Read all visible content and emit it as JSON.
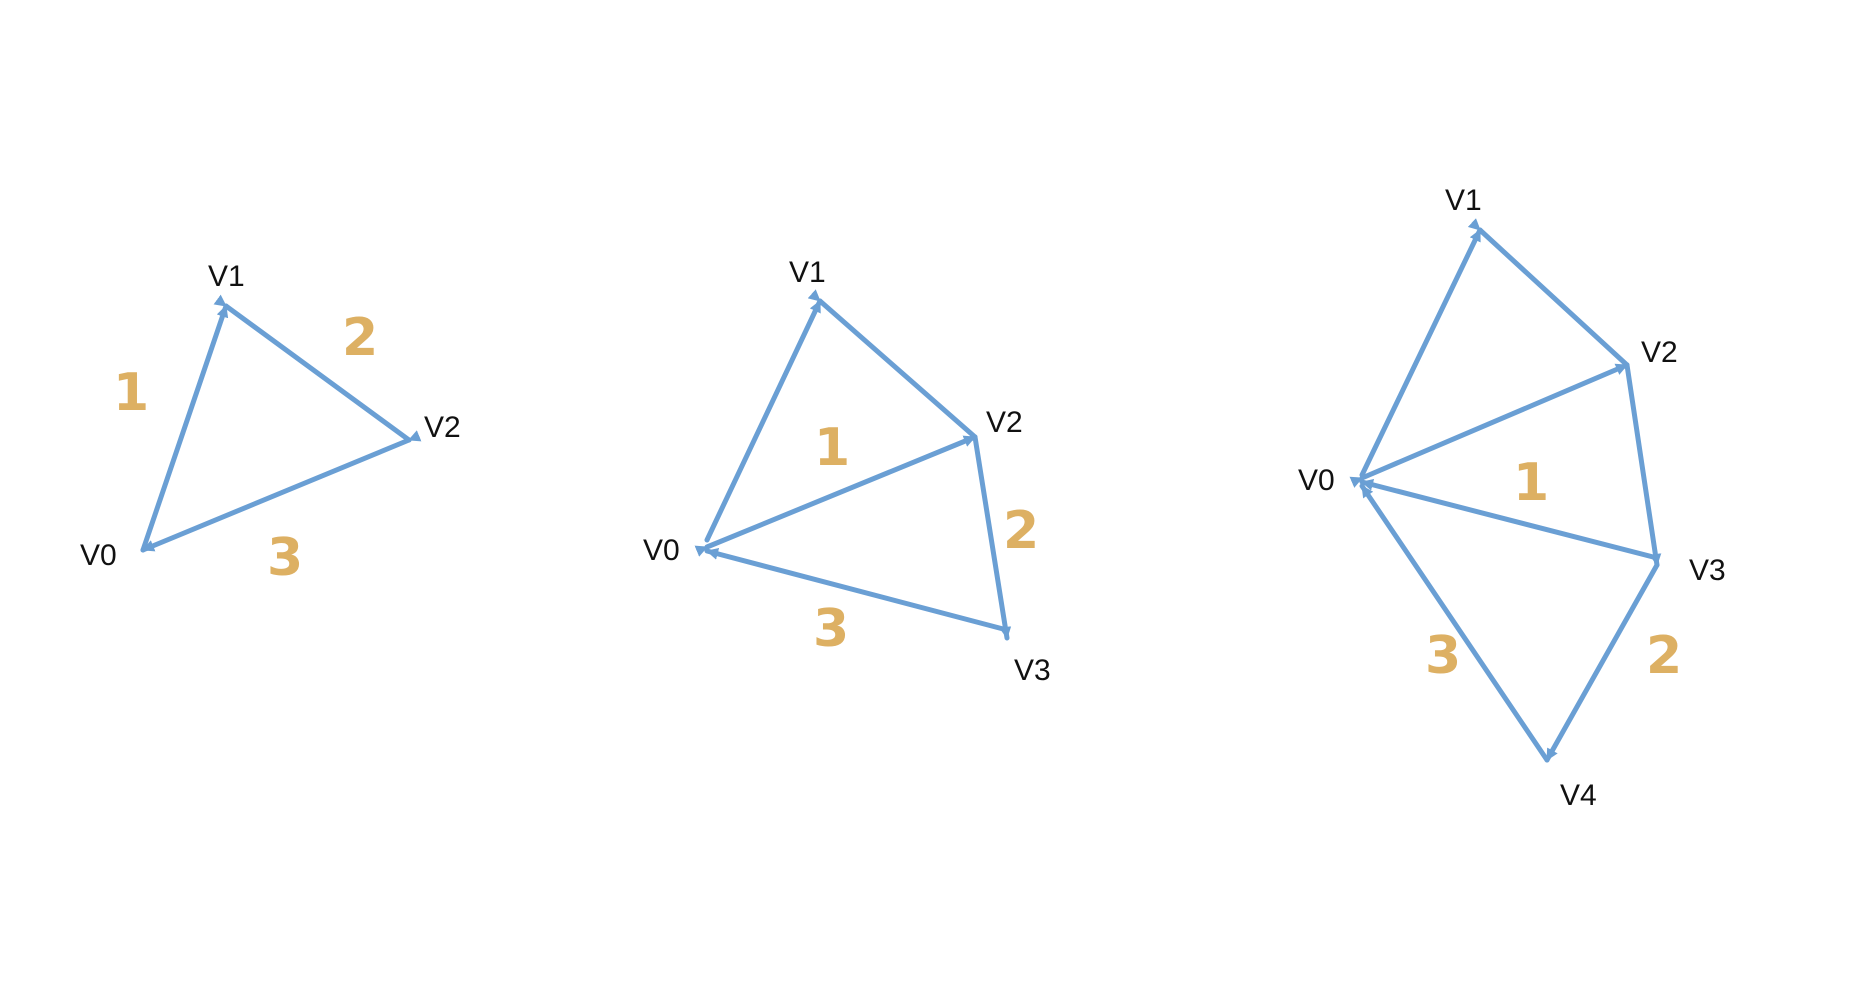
{
  "colors": {
    "edge": "#6a9fd4",
    "order_number": "#ddb063",
    "vertex_text": "#111111",
    "background": "#ffffff"
  },
  "diagrams": [
    {
      "vertices": [
        "V0",
        "V1",
        "V2"
      ],
      "edge_orders": [
        "1",
        "2",
        "3"
      ]
    },
    {
      "vertices": [
        "V0",
        "V1",
        "V2",
        "V3"
      ],
      "edge_orders": [
        "1",
        "2",
        "3"
      ]
    },
    {
      "vertices": [
        "V0",
        "V1",
        "V2",
        "V3",
        "V4"
      ],
      "edge_orders": [
        "1",
        "2",
        "3"
      ]
    }
  ]
}
